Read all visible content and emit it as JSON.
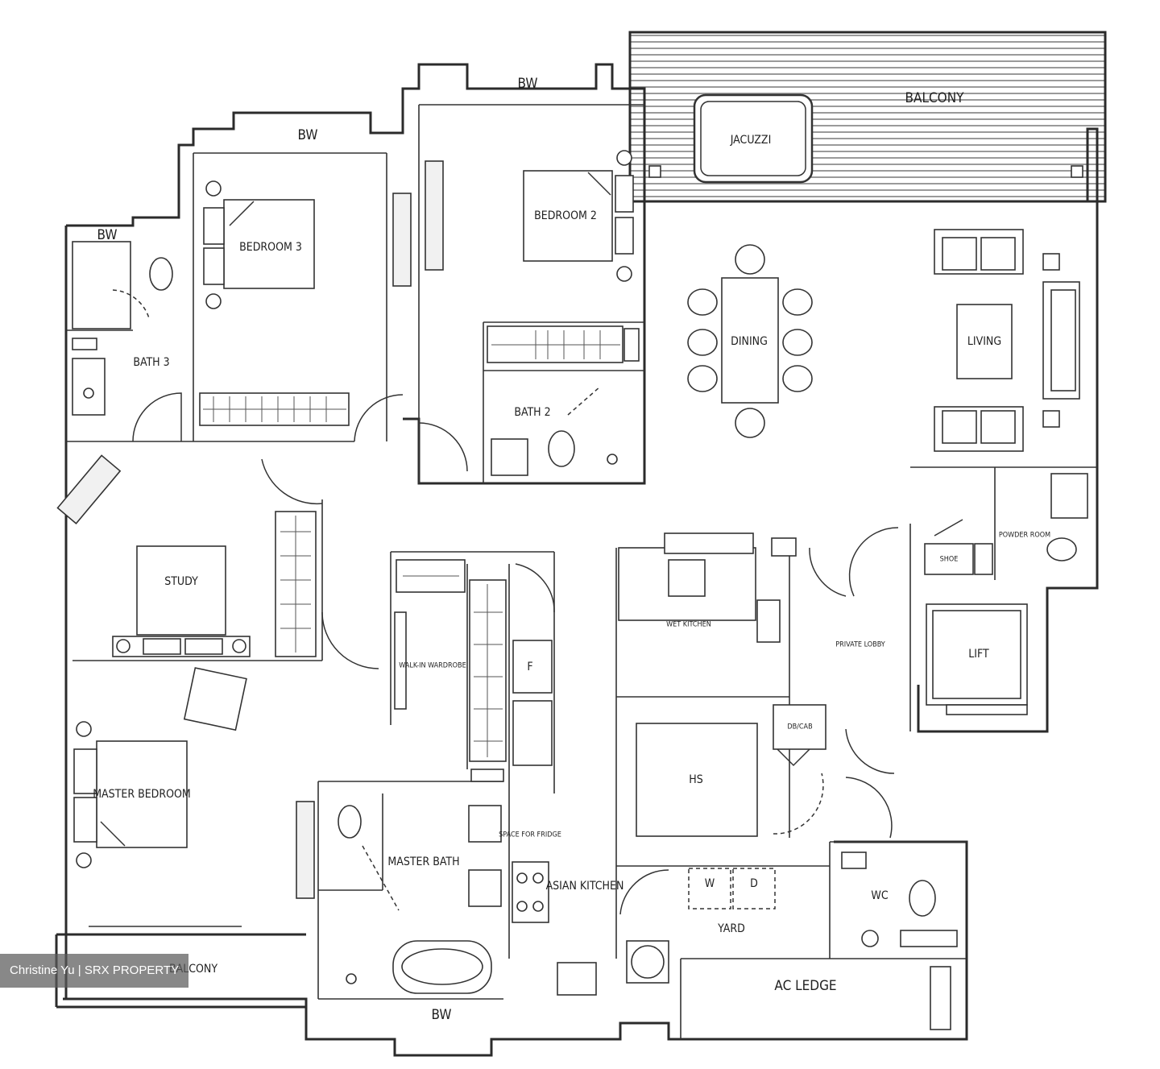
{
  "floorplan": {
    "rooms": {
      "balcony_top": "BALCONY",
      "jacuzzi": "JACUZZI",
      "bw_bedroom2": "BW",
      "bw_bedroom3": "BW",
      "bw_bath3": "BW",
      "bw_master_bath": "BW",
      "bedroom2": "BEDROOM 2",
      "bedroom3": "BEDROOM 3",
      "bath3": "BATH 3",
      "bath2": "BATH 2",
      "dining": "DINING",
      "living": "LIVING",
      "powder_room": "POWDER ROOM",
      "store": "SHOE",
      "study": "STUDY",
      "wet_kitchen": "WET KITCHEN",
      "walk_in_wardrobe": "WALK-IN WARDROBE",
      "fridge": "F",
      "private_lobby": "PRIVATE LOBBY",
      "lift": "LIFT",
      "db_cab": "DB/CAB",
      "hs": "HS",
      "master_bedroom": "MASTER BEDROOM",
      "master_bath": "MASTER BATH",
      "fridge_space": "SPACE FOR FRIDGE",
      "asian_kitchen": "ASIAN KITCHEN",
      "washer": "W",
      "dryer": "D",
      "yard": "YARD",
      "wc": "WC",
      "balcony_bottom": "BALCONY",
      "ac_ledge": "AC LEDGE"
    }
  },
  "watermark": {
    "text": "Christine Yu | SRX PROPERTY"
  }
}
